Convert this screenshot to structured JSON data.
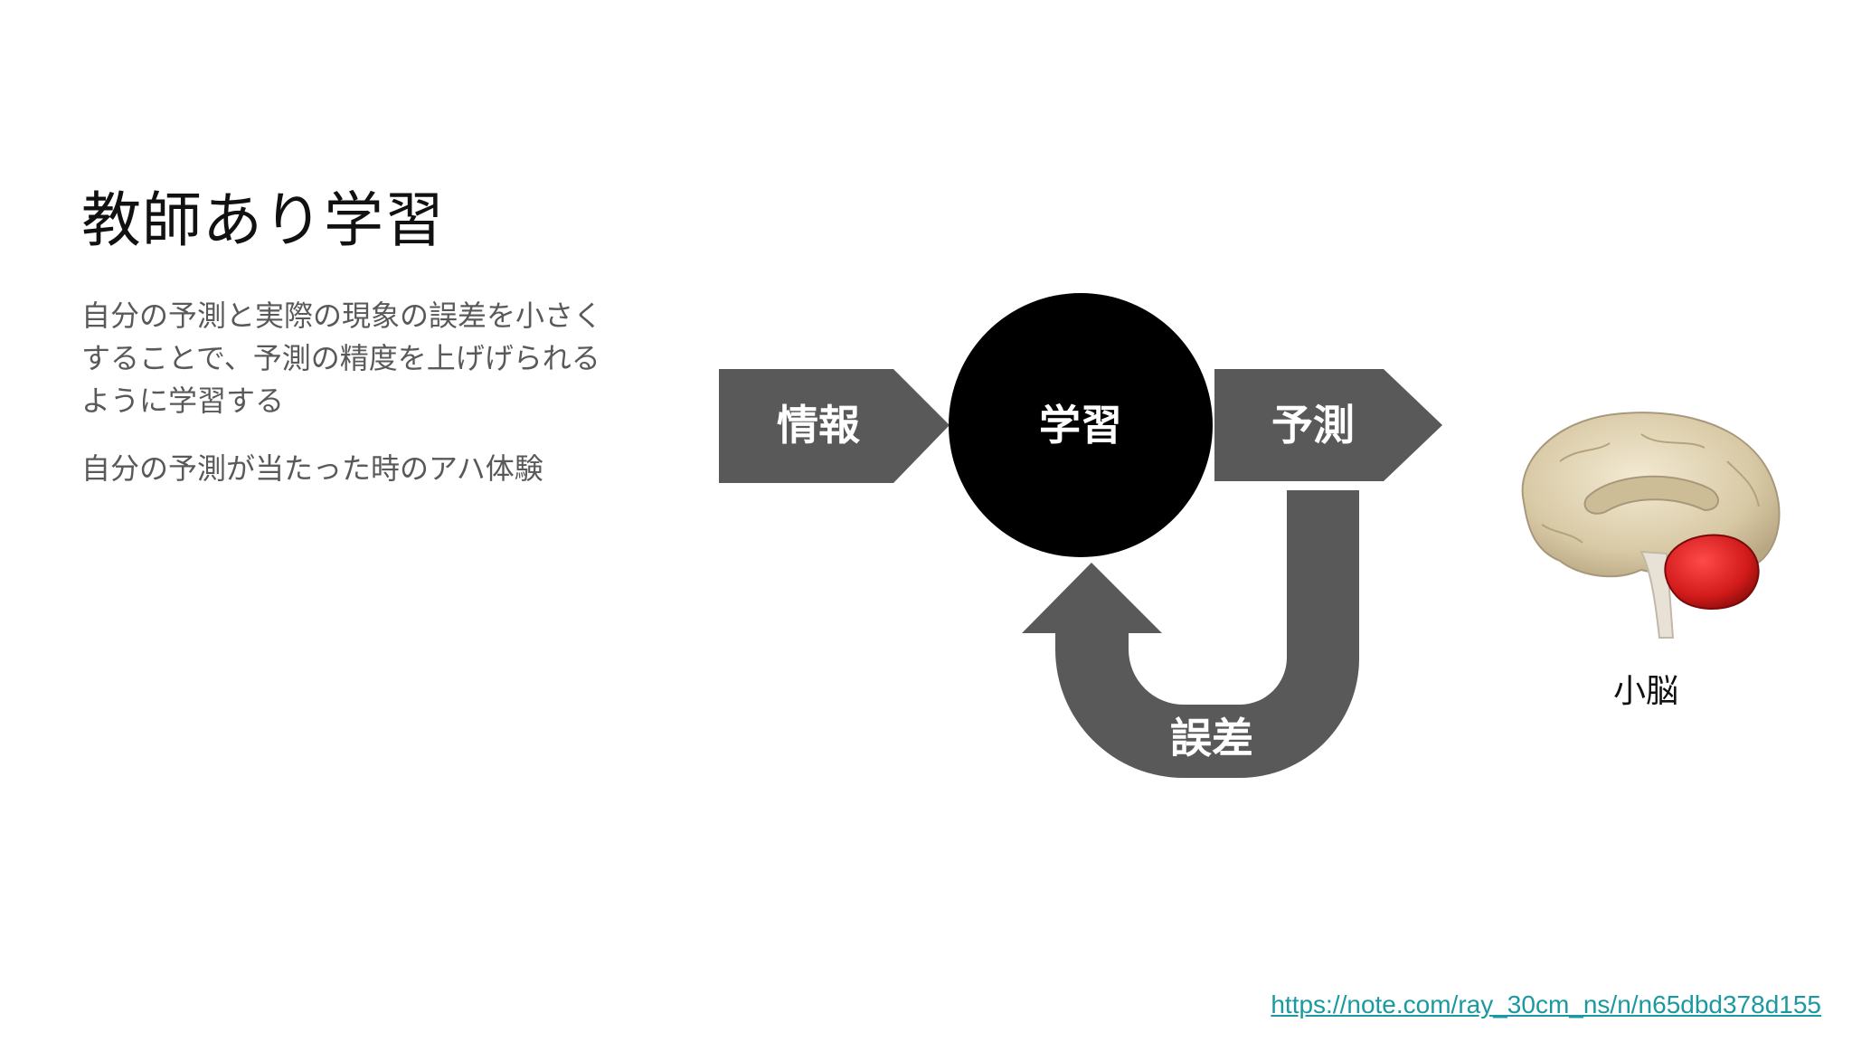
{
  "slide": {
    "title": "教師あり学習",
    "body": {
      "paragraph_1": "自分の予測と実際の現象の誤差を小さくすることで、予測の精度を上げげられるように学習する",
      "paragraph_2": "自分の予測が当たった時のアハ体験"
    },
    "diagram": {
      "input_label": "情報",
      "center_label": "学習",
      "output_label": "予測",
      "feedback_label": "誤差",
      "colors": {
        "arrow": "#595959",
        "circle": "#000000",
        "label": "#ffffff"
      }
    },
    "brain": {
      "caption": "小脳",
      "highlight_color": "#d11a1a"
    },
    "source_url": "https://note.com/ray_30cm_ns/n/n65dbd378d155"
  }
}
